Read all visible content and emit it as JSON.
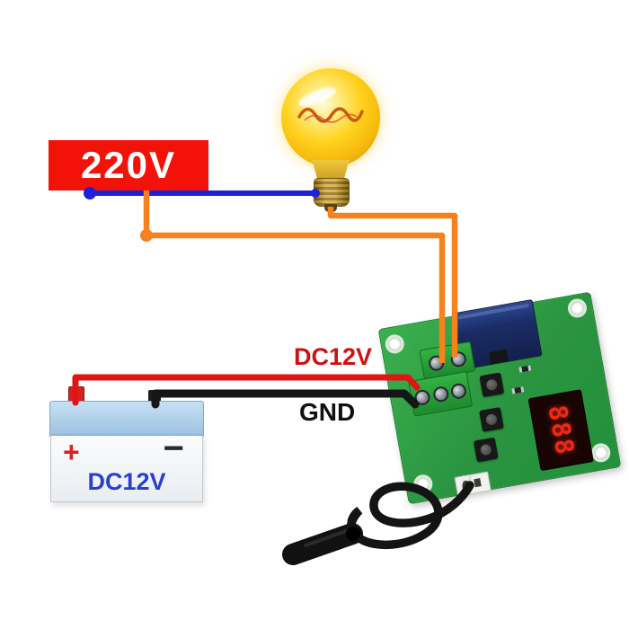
{
  "ac_source": {
    "label": "220V"
  },
  "wire_labels": {
    "dc12v": "DC12V",
    "gnd": "GND"
  },
  "battery": {
    "plus": "+",
    "minus": "−",
    "label": "DC12V"
  },
  "module": {
    "display": "888"
  },
  "colors": {
    "ac_box_red": "#f31208",
    "wire_blue": "#2020d8",
    "wire_orange": "#f5821f",
    "wire_red": "#e01414",
    "wire_black": "#161616",
    "pcb_green": "#2a9440",
    "relay_navy": "#1b2d66",
    "display_red": "#ff2c1a",
    "battery_lid_blue": "#9cc2e1",
    "bulb_yellow": "#ffd21e"
  }
}
